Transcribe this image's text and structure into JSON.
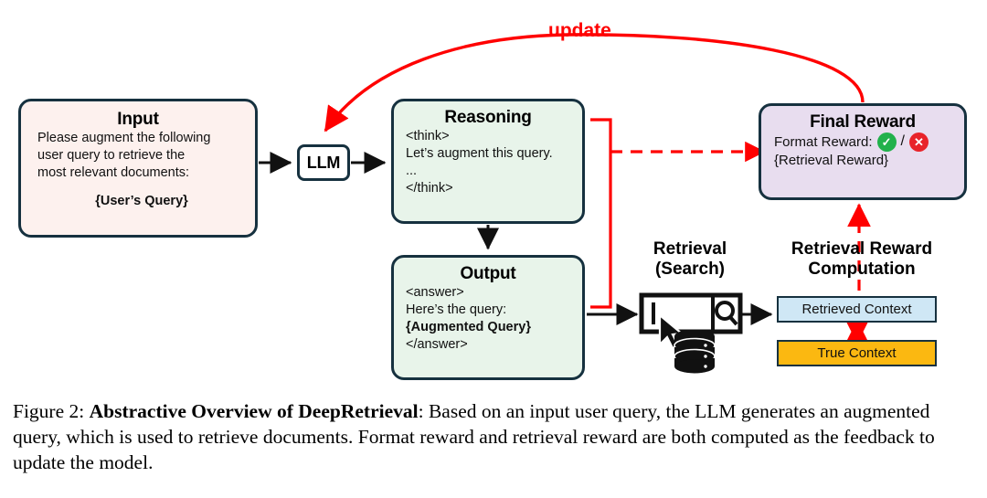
{
  "figure": {
    "caption_prefix": "Figure 2: ",
    "caption_bold": "Abstractive Overview of DeepRetrieval",
    "caption_rest": ": Based on an input user query, the LLM generates an augmented query, which is used to retrieve documents. Format reward and retrieval reward are both computed as the feedback to update the model."
  },
  "nodes": {
    "input": {
      "title": "Input",
      "line1": "Please augment the following",
      "line2": "user query to retrieve the",
      "line3": "most relevant documents:",
      "placeholder": "{User’s Query}",
      "bg": "#fdf1ee"
    },
    "llm": {
      "label": "LLM",
      "bg": "#ffffff"
    },
    "reasoning": {
      "title": "Reasoning",
      "line1": "<think>",
      "line2": "Let’s augment this query.",
      "line3": "...",
      "line4": "</think>",
      "bg": "#e8f4ea"
    },
    "output": {
      "title": "Output",
      "line1": "<answer>",
      "line2": "Here’s the query:",
      "line3": "{Augmented Query}",
      "line4": "</answer>",
      "bg": "#e8f4ea"
    },
    "final_reward": {
      "title": "Final Reward",
      "format_label": "Format Reward:",
      "ok_glyph": "✓",
      "separator": "/",
      "no_glyph": "✕",
      "retrieval_placeholder": "{Retrieval Reward}",
      "bg": "#e8ddef"
    }
  },
  "headings": {
    "retrieval_line1": "Retrieval",
    "retrieval_line2": "(Search)",
    "rrc_line1": "Retrieval Reward",
    "rrc_line2": "Computation"
  },
  "context_boxes": {
    "retrieved": {
      "label": "Retrieved Context",
      "bg": "#cfe7f5"
    },
    "true": {
      "label": "True Context",
      "bg": "#fbb811"
    }
  },
  "edges": {
    "update_label": "update"
  },
  "colors": {
    "accent_red": "#ff0000",
    "border_dark": "#16313f",
    "arrow_black": "#111111",
    "green_ok": "#22b14c",
    "red_no": "#e8232a"
  },
  "icons": {
    "search": "magnifier-icon",
    "cursor": "mouse-cursor-icon",
    "database": "database-icon",
    "check": "check-circle-icon",
    "cross": "x-circle-icon"
  }
}
